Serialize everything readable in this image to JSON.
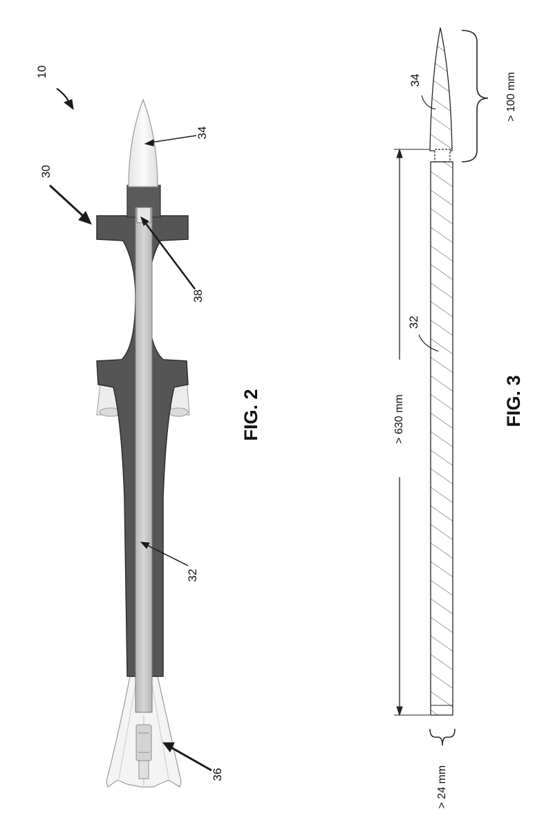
{
  "fig2": {
    "caption": "FIG. 2",
    "refs": {
      "assembly": "10",
      "body": "30",
      "shaft": "32",
      "tip": "34",
      "tail": "36",
      "joint": "38"
    }
  },
  "fig3": {
    "caption": "FIG. 3",
    "refs": {
      "tip": "34",
      "shaft": "32"
    },
    "dimensions": {
      "tip_length": "> 100 mm",
      "overall_length": "> 630 mm",
      "width": "> 24 mm"
    }
  },
  "colors": {
    "line": "#222222",
    "body_dark": "#555555",
    "shaft_light": "#c6c6c6",
    "tip_light": "#f1f1f1"
  }
}
